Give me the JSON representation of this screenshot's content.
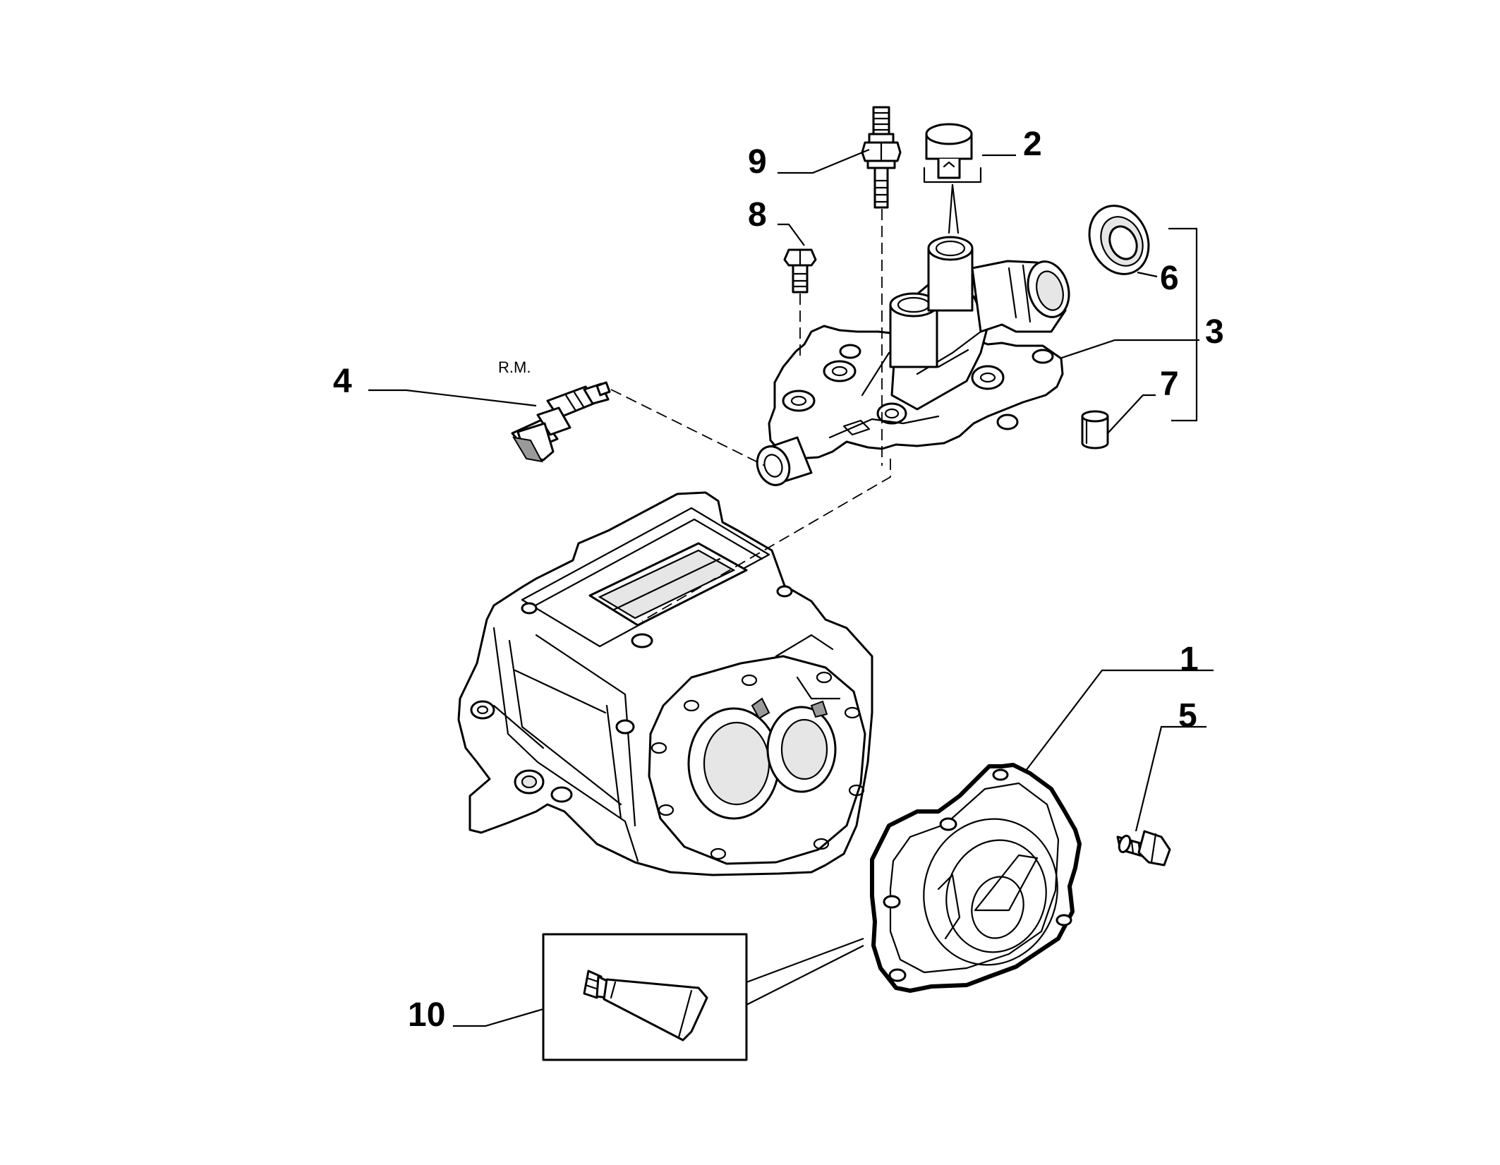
{
  "callouts": {
    "c1": "1",
    "c2": "2",
    "c3": "3",
    "c4": "4",
    "c5": "5",
    "c6": "6",
    "c7": "7",
    "c8": "8",
    "c9": "9",
    "c10": "10"
  },
  "notes": {
    "rm": "R.M."
  }
}
